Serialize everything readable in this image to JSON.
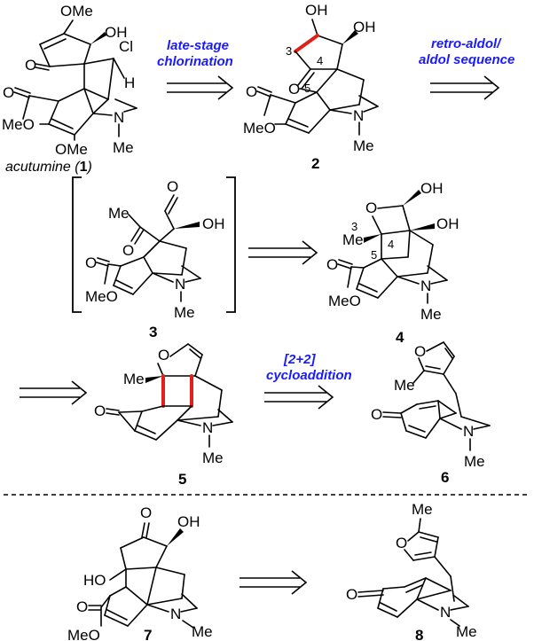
{
  "compounds": {
    "c1": {
      "name": "acutumine",
      "number": "1"
    },
    "c2": {
      "number": "2"
    },
    "c3": {
      "number": "3"
    },
    "c4": {
      "number": "4"
    },
    "c5": {
      "number": "5"
    },
    "c6": {
      "number": "6"
    },
    "c7": {
      "number": "7"
    },
    "c8": {
      "number": "8"
    }
  },
  "arrows": {
    "a1_label_line1": "late-stage",
    "a1_label_line2": "chlorination",
    "a2_label_line1": "retro-aldol/",
    "a2_label_line2": "aldol sequence",
    "a5_label_line1": "[2+2]",
    "a5_label_line2": "cycloaddition"
  },
  "atoms": {
    "OMe": "OMe",
    "MeO": "MeO",
    "OH": "OH",
    "Cl": "Cl",
    "H": "H",
    "O": "O",
    "N": "N",
    "Me": "Me",
    "HO": "HO"
  },
  "numbering": {
    "n3": "3",
    "n4": "4",
    "n5": "5"
  },
  "colors": {
    "label_blue": "#1a1aff",
    "highlight_red": "#e0201b"
  }
}
